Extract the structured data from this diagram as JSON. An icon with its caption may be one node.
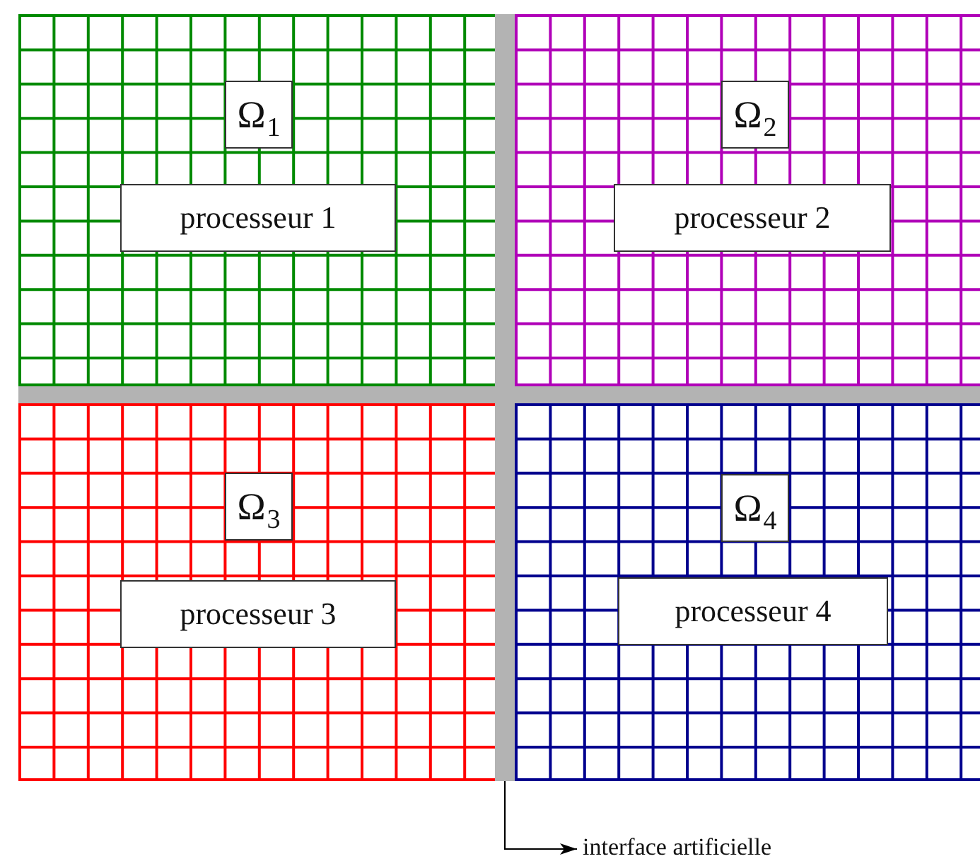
{
  "diagram": {
    "nodes": [
      {
        "text": [],
        "shape": "box"
      },
      {
        "text": [
          "Ω$_{1}$"
        ],
        "in": 0
      },
      {
        "text": [
          "processeur 1"
        ],
        "in": 0
      },
      {
        "text": [],
        "shape": "box"
      },
      {
        "text": [
          "Ω$_{2}$"
        ],
        "in": 3
      },
      {
        "text": [
          "processeur 2"
        ],
        "in": 3
      },
      {
        "text": [],
        "shape": "box"
      },
      {
        "text": [
          "Ω$_{3}$"
        ],
        "in": 6
      },
      {
        "text": [
          "processeur 3"
        ],
        "in": 6
      },
      {
        "text": [],
        "shape": "box"
      },
      {
        "text": [
          "Ω$_{4}$"
        ],
        "in": 9
      },
      {
        "text": [
          "processeur 4"
        ],
        "in": 9
      },
      {
        "text": [],
        "shape": "bar"
      },
      {
        "text": [
          "interface artificielle"
        ]
      }
    ],
    "edges": [
      {
        "from": 12,
        "to": 13,
        "arrow": "to"
      }
    ]
  }
}
